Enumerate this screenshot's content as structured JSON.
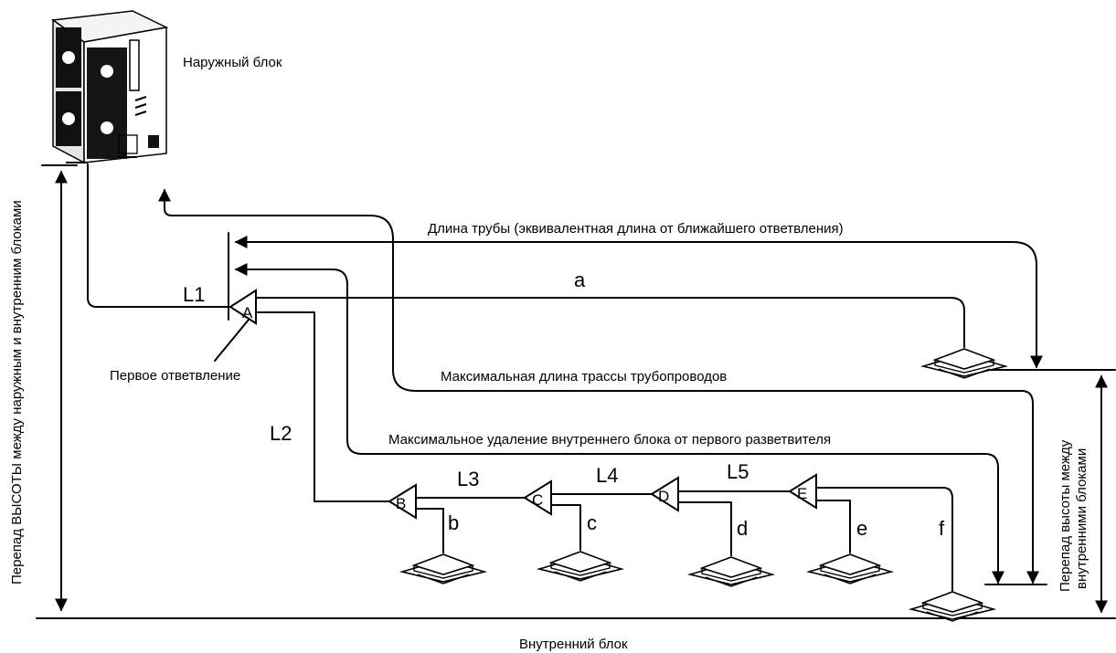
{
  "labels": {
    "outdoor_unit": "Наружный блок",
    "indoor_unit": "Внутренний блок",
    "first_branch": "Первое ответвление",
    "pipe_length": "Длина трубы (эквивалентная длина от ближайшего ответвления)",
    "max_route_length": "Максимальная длина трассы трубопроводов",
    "max_distance_first_branch": "Максимальное удаление внутреннего блока от первого разветвителя",
    "height_diff_outdoor_indoor": "Перепад ВЫСОТЫ между наружным и внутренним блоками",
    "height_diff_indoor_line1": "Перепад высоты между",
    "height_diff_indoor_line2": "внутренними блоками"
  },
  "segments": {
    "L1": "L1",
    "L2": "L2",
    "L3": "L3",
    "L4": "L4",
    "L5": "L5"
  },
  "branches": {
    "A": "A",
    "B": "B",
    "C": "C",
    "D": "D",
    "E": "E"
  },
  "indoor_units": {
    "a": "a",
    "b": "b",
    "c": "c",
    "d": "d",
    "e": "e",
    "f": "f"
  }
}
